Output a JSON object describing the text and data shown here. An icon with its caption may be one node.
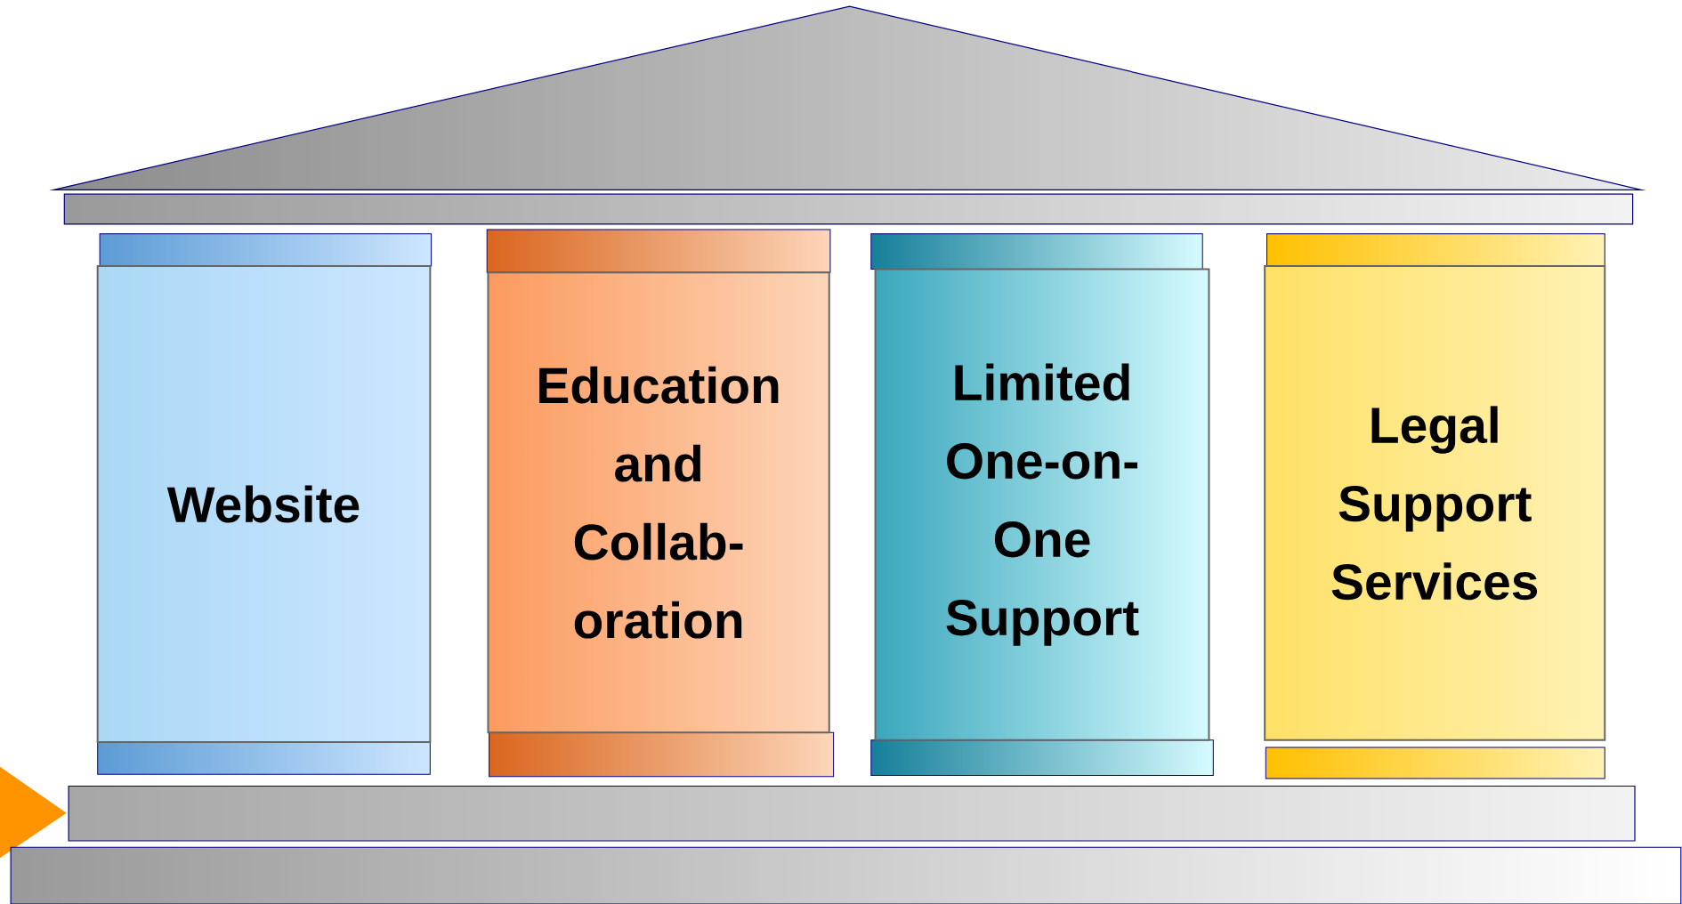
{
  "diagram": {
    "nodes": [
      {
        "text": [
          "Website"
        ]
      },
      {
        "text": [
          "Education and Collab- oration"
        ]
      },
      {
        "text": [
          "Limited One-on- One Support"
        ]
      },
      {
        "text": [
          "Legal Support Services"
        ]
      }
    ]
  }
}
